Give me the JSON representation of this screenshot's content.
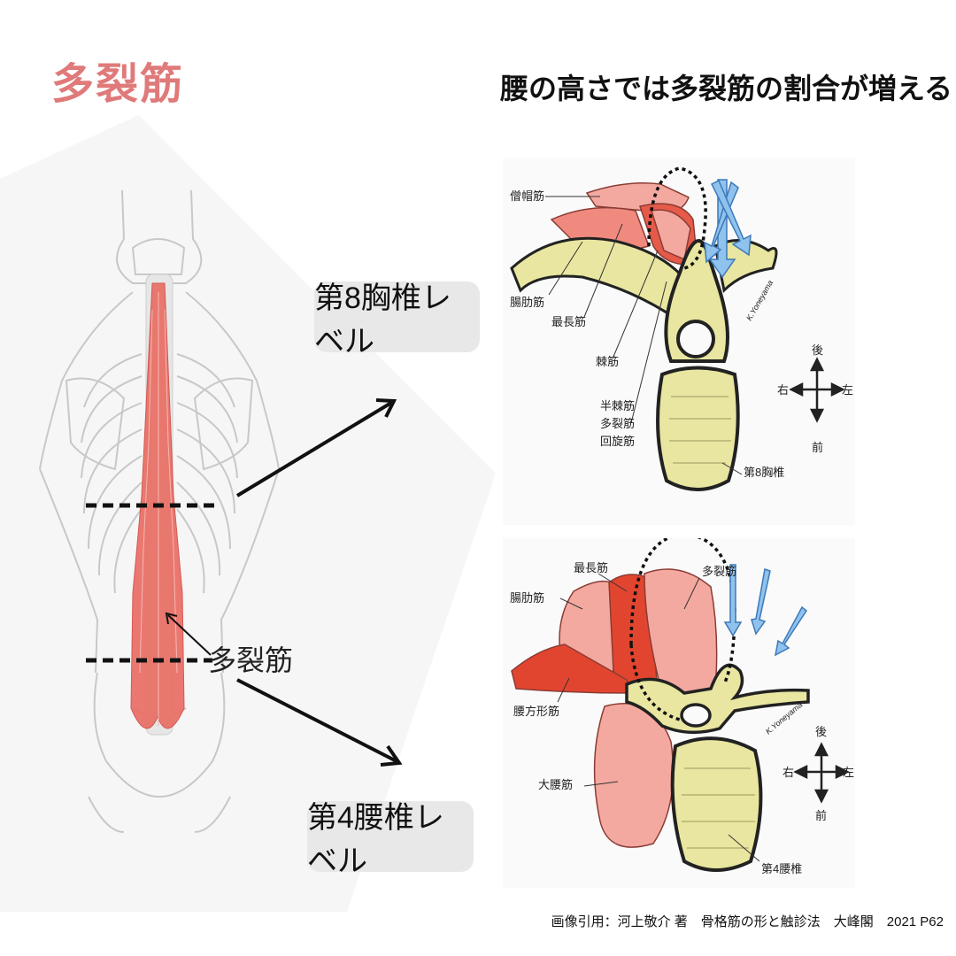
{
  "title": "多裂筋",
  "heading": "腰の高さでは多裂筋の割合が増える",
  "spine_label": "多裂筋",
  "levels": {
    "thoracic": "第8胸椎レベル",
    "lumbar": "第4腰椎レベル"
  },
  "top_diagram": {
    "labels": {
      "trapezius": "僧帽筋",
      "iliocostalis": "腸肋筋",
      "longissimus": "最長筋",
      "spinalis": "棘筋",
      "semispinalis": "半棘筋",
      "multifidus": "多裂筋",
      "rotatores": "回旋筋",
      "vertebra": "第8胸椎",
      "signature": "K.Yoneyama"
    },
    "compass": {
      "up": "後",
      "down": "前",
      "left": "右",
      "right": "左"
    }
  },
  "bottom_diagram": {
    "labels": {
      "longissimus": "最長筋",
      "iliocostalis": "腸肋筋",
      "multifidus": "多裂筋",
      "quadratus": "腰方形筋",
      "psoas": "大腰筋",
      "vertebra": "第4腰椎",
      "signature": "K.Yoneyama"
    },
    "compass": {
      "up": "後",
      "down": "前",
      "left": "右",
      "right": "左"
    }
  },
  "credit": "画像引用：河上敬介 著　骨格筋の形と触診法　大峰閣　2021 P62",
  "colors": {
    "title": "#e07a7a",
    "muscle_light": "#f4a9a0",
    "muscle_dark": "#e2452f",
    "bone": "#e8e6a0",
    "arrow_blue": "#8fc3ee"
  }
}
